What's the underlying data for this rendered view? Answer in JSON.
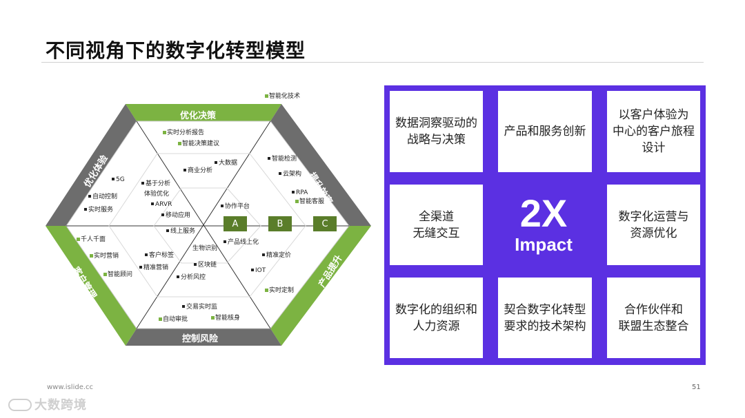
{
  "page": {
    "title": "不同视角下的数字化转型模型",
    "footer_url": "www.islide.cc",
    "page_number": "51",
    "watermark": "大数跨境"
  },
  "hexagon": {
    "bands": {
      "top": "优化决策",
      "upper_right": "提升效率",
      "lower_right": "产品提升",
      "bottom": "控制风险",
      "lower_left": "客户管理",
      "upper_left": "优化体验"
    },
    "abc": [
      "A",
      "B",
      "C"
    ],
    "outer_label": "智能化技术",
    "labels": {
      "top_1": "实时分析报告",
      "top_2": "智能决策建议",
      "top_3": "大数据",
      "top_4": "商业分析",
      "ur_1": "智能检测",
      "ur_2": "云架构",
      "ur_3": "RPA",
      "ur_4": "智能客服",
      "ul_1": "5G",
      "ul_2": "自动控制",
      "ul_3": "实时服务",
      "ul_4": "基于分析",
      "ul_5": "体验优化",
      "ul_6": "ARVR",
      "ul_7": "移动应用",
      "c_1": "协作平台",
      "c_2": "线上服务",
      "c_3": "生物识别",
      "c_4": "产品线上化",
      "ll_1": "千人千面",
      "ll_2": "实时营销",
      "ll_3": "智能顾问",
      "ll_4": "客户标签",
      "ll_5": "精准营销",
      "lc_1": "区块链",
      "lc_2": "分析风控",
      "lr_1": "精准定价",
      "lr_2": "IOT",
      "lr_3": "实时定制",
      "b_1": "交易实时监",
      "b_2": "自动审批",
      "b_3": "智能核身"
    }
  },
  "grid": {
    "cells": [
      "数据洞察驱动的\n战略与决策",
      "产品和服务创新",
      "以客户体验为\n中心的客户旅程\n设计",
      "全渠道\n无缝交互",
      "数字化运营与\n资源优化",
      "数字化的组织和\n人力资源",
      "契合数字化转型\n要求的技术架构",
      "合作伙伴和\n联盟生态整合"
    ],
    "center_big": "2X",
    "center_sub": "Impact"
  },
  "colors": {
    "green": "#7cb342",
    "dark_green": "#5a7d2a",
    "gray": "#6d6d6d",
    "purple": "#5b30e2"
  }
}
